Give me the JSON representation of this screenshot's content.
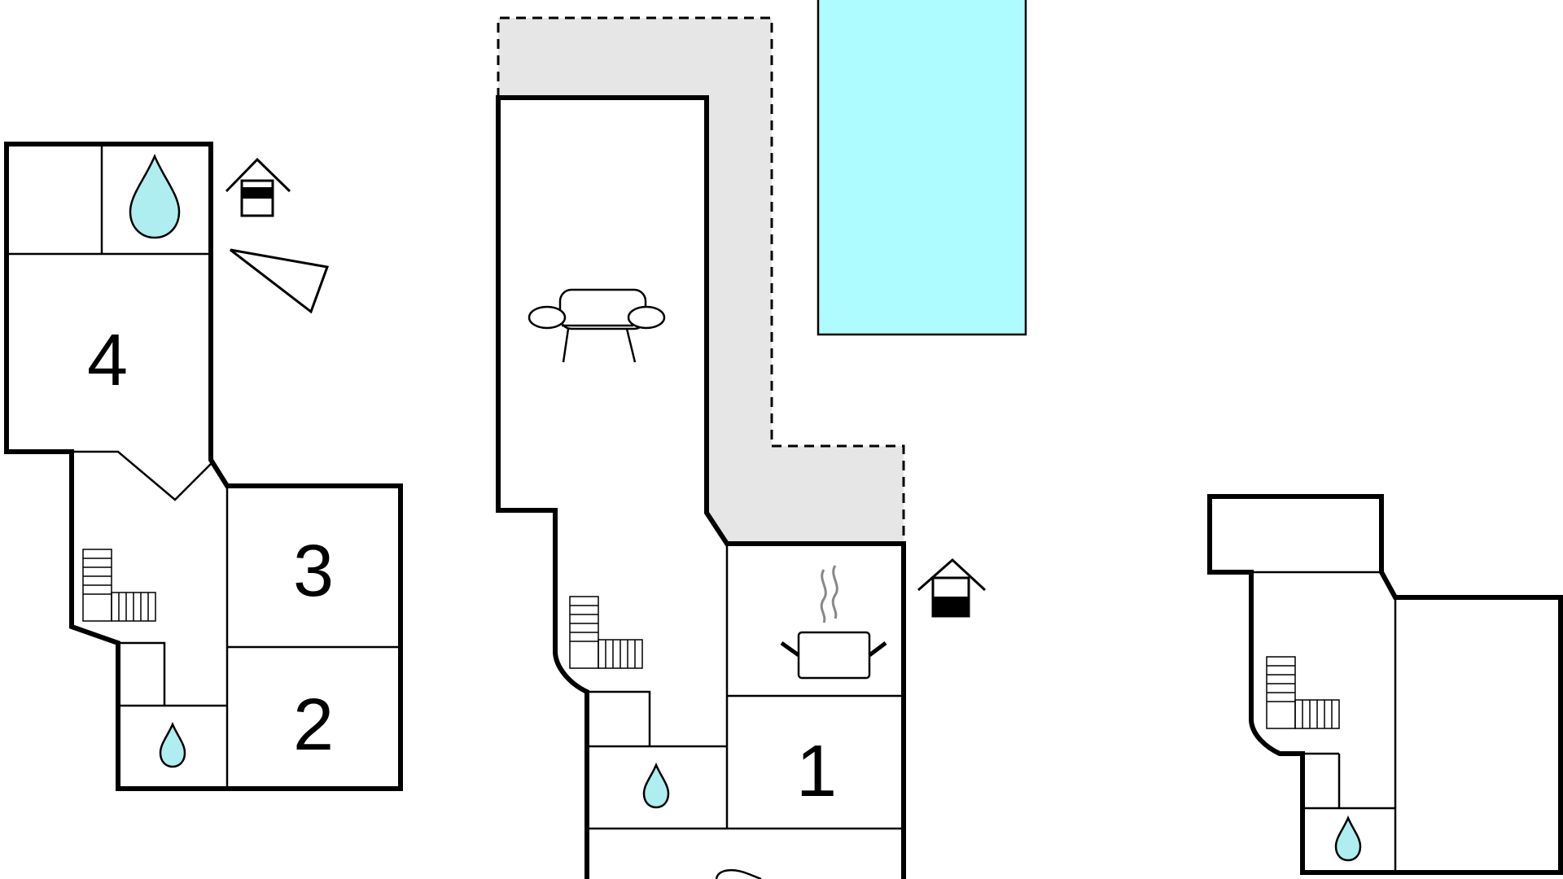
{
  "floor_plan": {
    "rooms": [
      {
        "label": "4"
      },
      {
        "label": "3"
      },
      {
        "label": "2"
      },
      {
        "label": "1"
      }
    ],
    "icons": [
      "sofa-icon",
      "cooking-pot-icon",
      "bathroom-drop-icon",
      "staircase-icon",
      "entrance-house-icon",
      "north-arrow-icon"
    ],
    "colors": {
      "pool": "#aefcff",
      "terrace": "#e6e6e6",
      "walls": "#000000",
      "water_drop": "#aeeef0"
    }
  }
}
